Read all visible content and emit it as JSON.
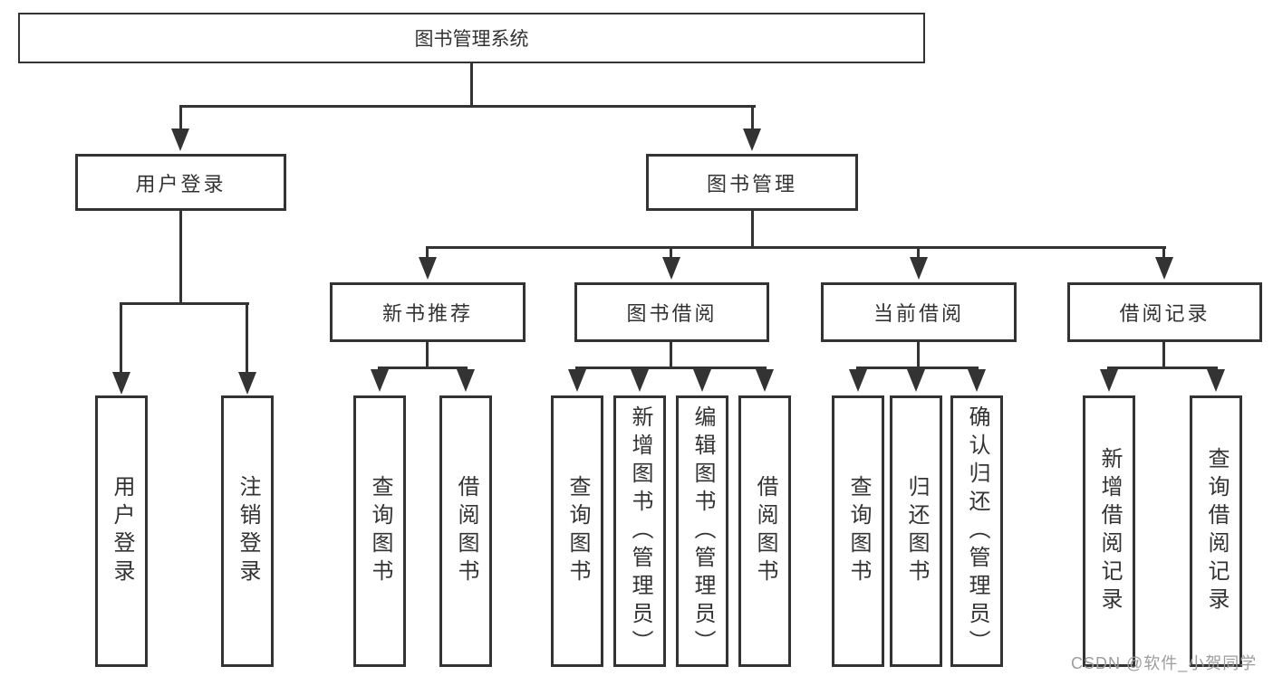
{
  "colors": {
    "line": "#333333",
    "text": "#333333",
    "background": "#ffffff",
    "watermark_gray": "#9d9d9d"
  },
  "watermark": {
    "text": "CSDN @软件_小贺同学"
  },
  "tree": {
    "root": {
      "label": "图书管理系统"
    },
    "children": [
      {
        "label": "用户登录",
        "children": [
          {
            "label": "用户登录"
          },
          {
            "label": "注销登录"
          }
        ]
      },
      {
        "label": "图书管理",
        "children": [
          {
            "label": "新书推荐",
            "children": [
              {
                "label": "查询图书"
              },
              {
                "label": "借阅图书"
              }
            ]
          },
          {
            "label": "图书借阅",
            "children": [
              {
                "label": "查询图书"
              },
              {
                "label": "新增图书（管理员）"
              },
              {
                "label": "编辑图书（管理员）"
              },
              {
                "label": "借阅图书"
              }
            ]
          },
          {
            "label": "当前借阅",
            "children": [
              {
                "label": "查询图书"
              },
              {
                "label": "归还图书"
              },
              {
                "label": "确认归还（管理员）"
              }
            ]
          },
          {
            "label": "借阅记录",
            "children": [
              {
                "label": "新增借阅记录"
              },
              {
                "label": "查询借阅记录"
              }
            ]
          }
        ]
      }
    ]
  }
}
